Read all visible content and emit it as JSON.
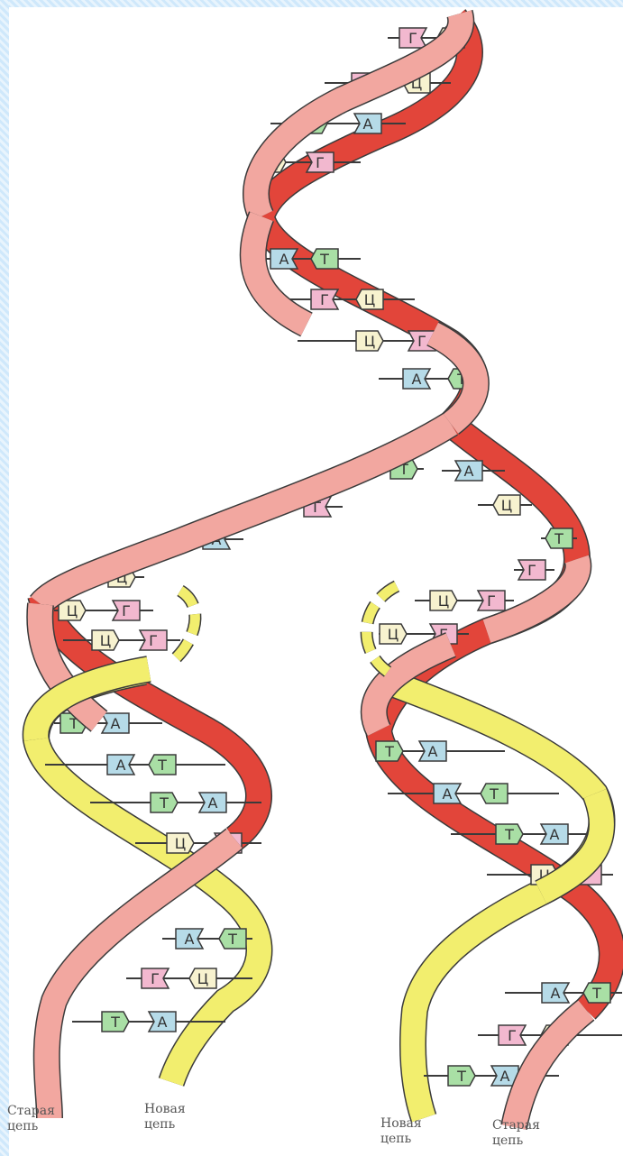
{
  "labels": {
    "old_strand_left": [
      "Старая",
      "цепь"
    ],
    "new_strand_left": [
      "Новая",
      "цепь"
    ],
    "new_strand_right": [
      "Новая",
      "цепь"
    ],
    "old_strand_right": [
      "Старая",
      "цепь"
    ]
  },
  "colors": {
    "old_strand_front": "#f2a7a0",
    "old_strand_back": "#e2453a",
    "new_strand": "#f2ee6e",
    "base_T": "#a9dfa5",
    "base_A": "#b6dbe8",
    "base_G": "#f2b8cf",
    "base_C": "#f7f2cf",
    "outline": "#3b3b3b"
  },
  "base_pairs": [
    [
      "Г",
      "Ц"
    ],
    [
      "Г",
      "Ц"
    ],
    [
      "Т",
      "А"
    ],
    [
      "Ц",
      "Г"
    ],
    [
      "А",
      "Т"
    ],
    [
      "Г",
      "Ц"
    ],
    [
      "Ц",
      "Г"
    ],
    [
      "А",
      "Т"
    ],
    [
      "Т",
      ""
    ],
    [
      "",
      "А"
    ],
    [
      "Г",
      ""
    ],
    [
      "",
      "Ц"
    ],
    [
      "А",
      ""
    ],
    [
      "",
      "Т"
    ],
    [
      "Ц",
      ""
    ],
    [
      "",
      "Г"
    ],
    [
      "Ц",
      "Г"
    ],
    [
      "Ц",
      "Г"
    ],
    [
      "Ц",
      "Г"
    ],
    [
      "Ц",
      "Г"
    ],
    [
      "Т",
      "А"
    ],
    [
      "А",
      "Т"
    ],
    [
      "Т",
      "А"
    ],
    [
      "Ц",
      "Г"
    ],
    [
      "А",
      "Т"
    ],
    [
      "Г",
      "Ц"
    ],
    [
      "Т",
      "А"
    ],
    [
      "Т",
      "А"
    ],
    [
      "А",
      "Т"
    ],
    [
      "Т",
      "А"
    ],
    [
      "Ц",
      "Г"
    ],
    [
      "А",
      "Т"
    ],
    [
      "Г",
      "Ц"
    ],
    [
      "Т",
      "А"
    ]
  ]
}
